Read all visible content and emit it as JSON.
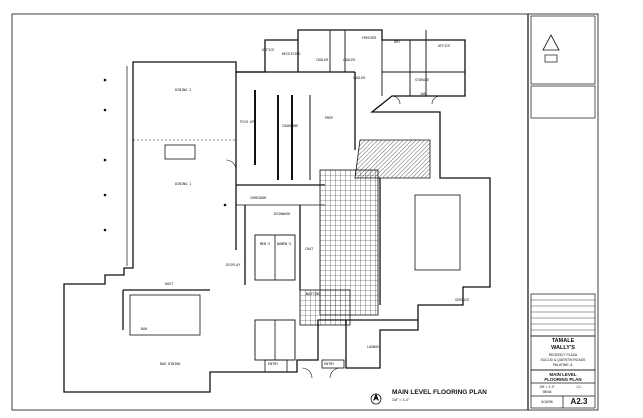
{
  "sheet": {
    "drawing_title": "MAIN LEVEL FLOORING PLAN",
    "scale_text": "1/8\" = 1'-0\""
  },
  "rooms": {
    "dining_2": "DINING 2",
    "dining_1": "DINING 1",
    "corridor": "CORRIDOR",
    "pick_up": "PICK-UP",
    "cookline": "COOKLINE",
    "prep": "PREP",
    "office_top": "OFFICE",
    "receiving": "RECEIVING",
    "cooler_1": "COOLER",
    "cooler_2": "COOLER",
    "cooler_3": "COOLER",
    "freezer": "FREEZER",
    "dry": "DRY",
    "mens_office": "OFFICE",
    "storage": "STORAGE",
    "dishwash": "DISHWASH",
    "mens": "MEN'S",
    "womens": "WOMEN'S",
    "coat": "COAT",
    "display": "DISPLAY",
    "bar": "BAR",
    "bar_dining": "BAR DINING",
    "lounge": "LOUNGE",
    "waiting": "WAITING",
    "entry_1": "ENTRY",
    "entry_2": "ENTRY",
    "host": "HOST",
    "janitor": "JAN.",
    "service": "SERVICE"
  },
  "title_block": {
    "project_line1": "TAMALE",
    "project_line2": "WALLY'S",
    "address_line1": "REGENCY PLAZA",
    "address_line2": "EUCLID & QUENTIN ROADS",
    "address_line3": "PALATINE, IL",
    "sheet_title_line1": "MAIN LEVEL",
    "sheet_title_line2": "FLOORING PLAN",
    "sheet_number": "A2.3",
    "scale": "1/8\" = 1'-0\"",
    "drawn_by": "J.C.",
    "job_number": "98046",
    "date": "5/16/98"
  }
}
